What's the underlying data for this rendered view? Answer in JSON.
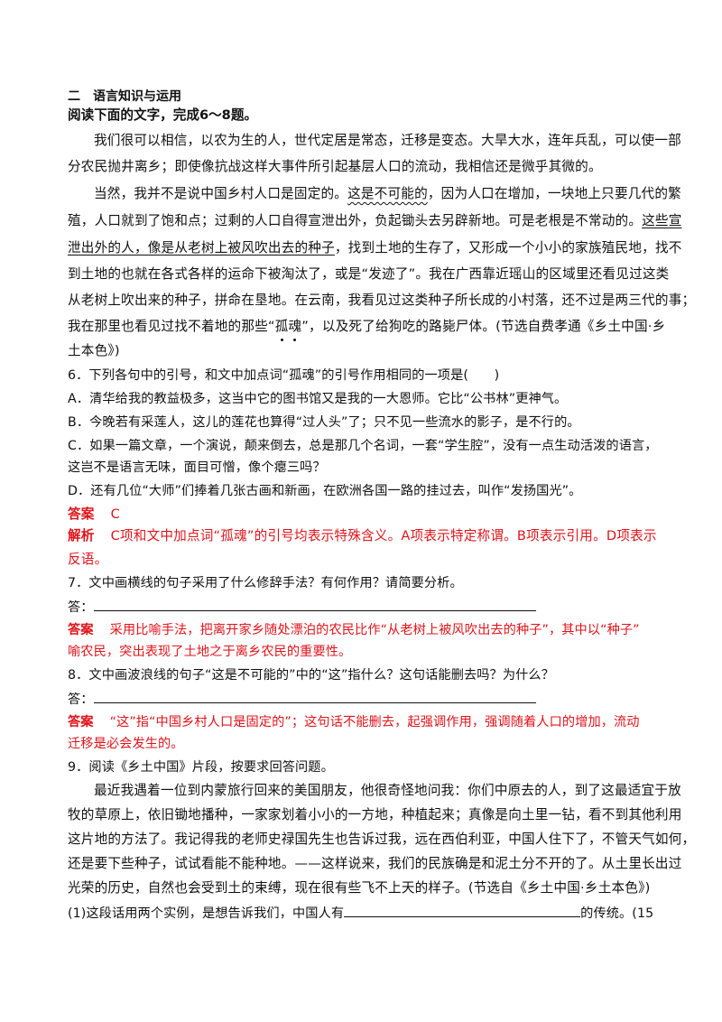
{
  "section": {
    "title": "二　语言知识与运用",
    "instruction": "阅读下面的文字，完成6～8题。"
  },
  "passage": {
    "p1_l1": "我们很可以相信，以农为生的人，世代定居是常态，迁移是变态。大旱大水，连年兵乱，可以使一部",
    "p1_l2": "分农民抛井离乡；即使像抗战这样大事件所引起基层人口的流动，我相信还是微乎其微的。",
    "p2_l1a": "当然，我并不是说中国乡村人口是固定的。",
    "p2_l1_wave": "这是不可能的",
    "p2_l1b": "，因为人口在增加，一块地上只要几代的繁",
    "p2_l2a": "殖，人口就到了饱和点；过剩的人口自得宣泄出外，负起锄头去另辟新地。可是老根是不常动的。",
    "p2_l2_ul": "这些宣",
    "p2_l3_ul": "泄出外的人，像是从老树上被风吹出去的种子",
    "p2_l3b": "，找到土地的生存了，又形成一个小小的家族殖民地，找不",
    "p2_l4": "到土地的也就在各式各样的运命下被淘汰了，或是“发迹了”。我在广西靠近瑶山的区域里还看见过这类",
    "p2_l5": "从老树上吹出来的种子，拼命在垦地。在云南，我看见过这类种子所长成的小村落，还不过是两三代的事；",
    "p2_l6a": "我在那里也看见过找不着地的那些“",
    "p2_l6_dot1": "孤",
    "p2_l6_dot2": "魂",
    "p2_l6b": "”，以及死了给狗吃的路毙尸体。(节选自费孝通《乡土中国·乡",
    "p2_l7": "土本色》)"
  },
  "q6": {
    "stem": "6．下列各句中的引号，和文中加点词“孤魂”的引号作用相同的一项是(　　)",
    "a": "A．清华给我的教益极多，这当中它的图书馆又是我的一大恩师。它比“公书林”更神气。",
    "b": "B．今晚若有采莲人，这儿的莲花也算得“过人头”了；只不见一些流水的影子，是不行的。",
    "c1": "C．如果一篇文章，一个演说，颠来倒去，总是那几个名词，一套“学生腔”，没有一点生动活泼的语言，",
    "c2": "这岂不是语言无味，面目可憎，像个瘪三吗？",
    "d": "D．还有几位“大师”们捧着几张古画和新画，在欧洲各国一路的挂过去，叫作“发扬国光”。",
    "answer_label": "答案",
    "answer": "C",
    "analysis_label": "解析",
    "analysis1": "C项和文中加点词“孤魂”的引号均表示特殊含义。A项表示特定称谓。B项表示引用。D项表示",
    "analysis2": "反语。"
  },
  "q7": {
    "stem": "7．文中画横线的句子采用了什么修辞手法？有何作用？请简要分析。",
    "answer_prompt": "答：",
    "answer_label": "答案",
    "answer1": "采用比喻手法，把离开家乡随处漂泊的农民比作“从老树上被风吹出去的种子”，其中以“种子”",
    "answer2": "喻农民，突出表现了土地之于离乡农民的重要性。"
  },
  "q8": {
    "stem": "8．文中画波浪线的句子“这是不可能的”中的“这”指什么？这句话能删去吗？为什么？",
    "answer_prompt": "答：",
    "answer_label": "答案",
    "answer1": "“这”指“中国乡村人口是固定的”；这句话不能删去，起强调作用，强调随着人口的增加，流动",
    "answer2": "迁移是必会发生的。"
  },
  "q9": {
    "stem": "9．阅读《乡土中国》片段，按要求回答问题。",
    "p_l1": "最近我遇着一位到内蒙旅行回来的美国朋友，他很奇怪地问我：你们中原去的人，到了这最适宜于放",
    "p_l2": "牧的草原上，依旧锄地播种，一家家划着小小的一方地，种植起来；真像是向土里一钻，看不到其他利用",
    "p_l3": "这片地的方法了。我记得我的老师史禄国先生也告诉过我，远在西伯利亚，中国人住下了，不管天气如何，",
    "p_l4": "还是要下些种子，试试看能不能种地。——这样说来，我们的民族确是和泥土分不开的了。从土里长出过",
    "p_l5": "光荣的历史，自然也会受到土的束缚，现在很有些飞不上天的样子。(节选自《乡土中国·乡土本色》)",
    "sub1_a": "(1)这段话用两个实例，是想告诉我们，中国人有",
    "sub1_b": "的传统。(15"
  }
}
